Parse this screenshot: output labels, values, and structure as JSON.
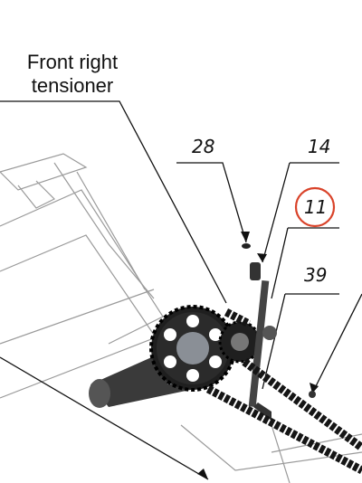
{
  "diagram": {
    "label_main_line1": "Front right",
    "label_main_line2": "tensioner",
    "callouts": [
      "28",
      "14",
      "11",
      "39"
    ],
    "highlight_color": "#d9432a",
    "line_color": "#111111",
    "part_color": "#222222"
  }
}
